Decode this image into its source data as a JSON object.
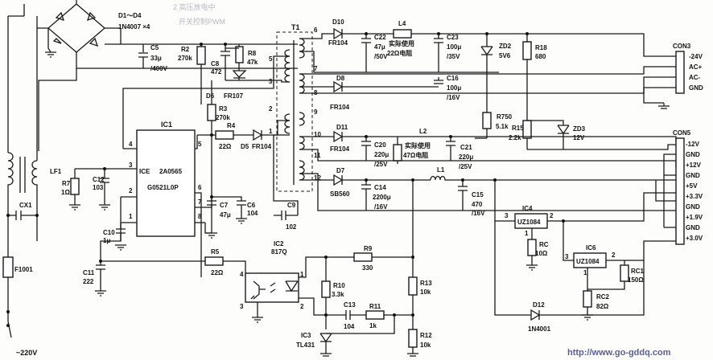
{
  "faint_text": [
    "2 高压放电中",
    "开关控制PWM"
  ],
  "bridge": {
    "ref": "D1～D4",
    "part": "1N4007 ×4"
  },
  "C5": {
    "ref": "C5",
    "val": "33μ",
    "volt": "/400V"
  },
  "R2": {
    "ref": "R2",
    "val": "270k"
  },
  "C8": {
    "ref": "C8",
    "val": "472"
  },
  "R8": {
    "ref": "R8",
    "val": "47k"
  },
  "D6": {
    "ref": "D6",
    "part": "FR107"
  },
  "R3": {
    "ref": "R3",
    "val": "270k"
  },
  "R4": {
    "ref": "R4",
    "val": "22Ω"
  },
  "D5": {
    "ref": "D5",
    "part": "FR104"
  },
  "IC1": {
    "ref": "IC1",
    "pin_ice": "ICE",
    "name1": "2A0565",
    "name2": "G0521L0P"
  },
  "R7": {
    "ref": "R7",
    "val": "1Ω"
  },
  "C12": {
    "ref": "C12",
    "val": "103"
  },
  "LF1": "LF1",
  "CX1": "CX1",
  "F1001": "F1001",
  "mains": "~220V",
  "C7": {
    "ref": "C7",
    "val": "47μ"
  },
  "C6": {
    "ref": "C6",
    "val": "104"
  },
  "C10": {
    "ref": "C10",
    "val": "1μ"
  },
  "C11": {
    "ref": "C11",
    "val": "222"
  },
  "R5": {
    "ref": "R5",
    "val": "22Ω"
  },
  "C9": {
    "ref": "C9",
    "val": "102"
  },
  "T1": "T1",
  "D10": {
    "ref": "D10",
    "part": "FR104"
  },
  "C22": {
    "ref": "C22",
    "val": "47μ",
    "volt": "/50V"
  },
  "L4": {
    "ref": "L4",
    "note1": "实际使用",
    "note2": "22Ω电阻"
  },
  "C23": {
    "ref": "C23",
    "val": "100μ",
    "volt": "/35V"
  },
  "ZD2": {
    "ref": "ZD2",
    "val": "5V6"
  },
  "R18": {
    "ref": "R18",
    "val": "680"
  },
  "D8": {
    "ref": "D8",
    "part": "FR104"
  },
  "C16": {
    "ref": "C16",
    "val": "100μ",
    "volt": "/16V"
  },
  "R750": {
    "ref": "R750",
    "val": "5.1k"
  },
  "R15": {
    "ref": "R15",
    "val": "2.2k"
  },
  "ZD3": {
    "ref": "ZD3",
    "val": "12V"
  },
  "D11": {
    "ref": "D11",
    "part": "FR104"
  },
  "C20": {
    "ref": "C20",
    "val": "220μ",
    "volt": "/25V"
  },
  "L2": {
    "ref": "L2",
    "note1": "实际使用",
    "note2": "47Ω电阻"
  },
  "C21": {
    "ref": "C21",
    "val": "220μ",
    "volt": "/25V"
  },
  "D7": {
    "ref": "D7",
    "part": "SB560"
  },
  "C14": {
    "ref": "C14",
    "val": "2200μ",
    "volt": "/16V"
  },
  "L1": "L1",
  "C15": {
    "ref": "C15",
    "val": "470",
    "volt": "/16V"
  },
  "IC4": {
    "ref": "IC4",
    "name": "UZ1084"
  },
  "RC": {
    "ref": "RC",
    "val": "10Ω"
  },
  "IC6": {
    "ref": "IC6",
    "name": "UZ1084"
  },
  "RC1": {
    "ref": "RC1",
    "val": "150Ω"
  },
  "RC2": {
    "ref": "RC2",
    "val": "82Ω"
  },
  "D12": {
    "ref": "D12",
    "part": "1N4001"
  },
  "IC2": {
    "ref": "IC2",
    "part": "817Q"
  },
  "R9": {
    "ref": "R9",
    "val": "330"
  },
  "R10": {
    "ref": "R10",
    "val": "3.3k"
  },
  "C13": {
    "ref": "C13",
    "val": "104"
  },
  "R11": {
    "ref": "R11",
    "val": "1k"
  },
  "R13": {
    "ref": "R13",
    "val": "10k"
  },
  "R12": {
    "ref": "R12",
    "val": "10k"
  },
  "IC3": {
    "ref": "IC3",
    "part": "TL431"
  },
  "CON3": {
    "ref": "CON3",
    "pins": [
      "-24V",
      "AC+",
      "AC-",
      "GND"
    ]
  },
  "CON5": {
    "ref": "CON5",
    "pins": [
      "-12V",
      "GND",
      "+12V",
      "GND",
      "+5V",
      "+3.3V",
      "GND",
      "+1.9V",
      "GND",
      "+3.0V"
    ]
  },
  "watermark": "http://www.go-gddq.com"
}
